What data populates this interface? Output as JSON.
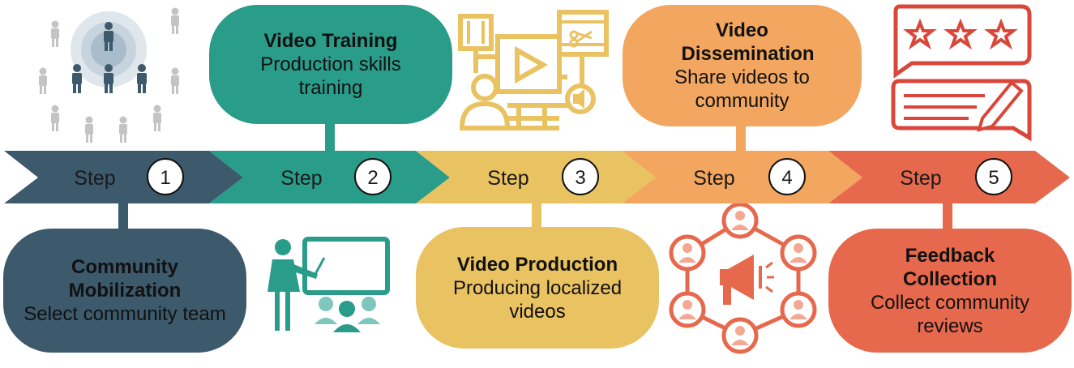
{
  "colors": {
    "step1": "#3c5a6c",
    "step2": "#2a9c8a",
    "step3": "#e9c262",
    "step4": "#f2a65f",
    "step5": "#e7694d"
  },
  "steps": [
    {
      "label": "Step",
      "number": "1",
      "title": "Community Mobilization",
      "description": "Select community team",
      "icon": "community-people-icon"
    },
    {
      "label": "Step",
      "number": "2",
      "title": "Video Training",
      "description": "Production skills training",
      "icon": "teacher-classroom-icon"
    },
    {
      "label": "Step",
      "number": "3",
      "title": "Video Production",
      "description": "Producing localized videos",
      "icon": "video-editing-icon"
    },
    {
      "label": "Step",
      "number": "4",
      "title": "Video Dissemination",
      "description": "Share videos to community",
      "icon": "megaphone-network-icon"
    },
    {
      "label": "Step",
      "number": "5",
      "title": "Feedback Collection",
      "description": "Collect community reviews",
      "icon": "star-review-icon"
    }
  ]
}
